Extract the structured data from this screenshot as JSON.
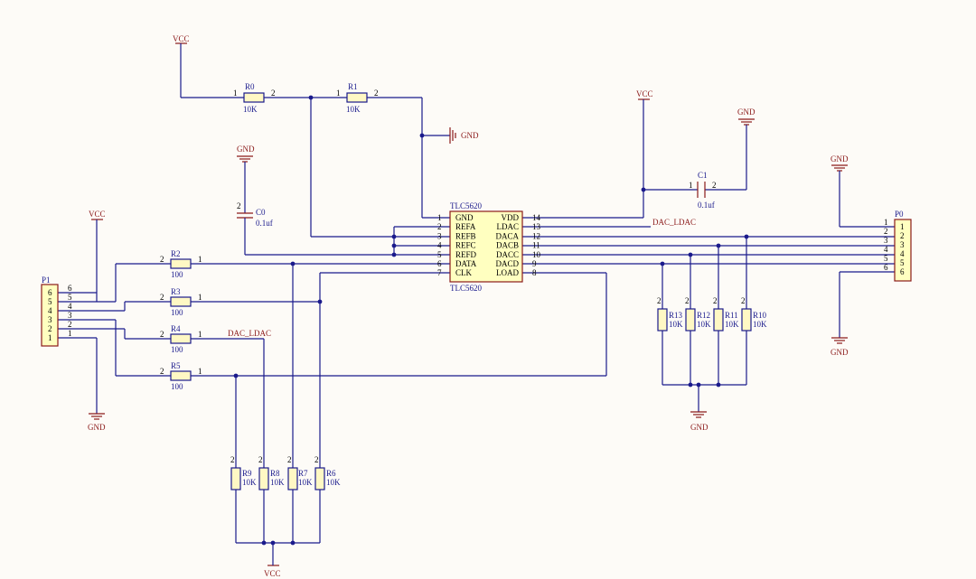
{
  "power": {
    "vcc": "VCC",
    "gnd": "GND"
  },
  "nets": {
    "dac_ldac": "DAC_LDAC"
  },
  "resistors": {
    "R0": {
      "name": "R0",
      "value": "10K"
    },
    "R1": {
      "name": "R1",
      "value": "10K"
    },
    "R2": {
      "name": "R2",
      "value": "100"
    },
    "R3": {
      "name": "R3",
      "value": "100"
    },
    "R4": {
      "name": "R4",
      "value": "100"
    },
    "R5": {
      "name": "R5",
      "value": "100"
    },
    "R6": {
      "name": "R6",
      "value": "10K"
    },
    "R7": {
      "name": "R7",
      "value": "10K"
    },
    "R8": {
      "name": "R8",
      "value": "10K"
    },
    "R9": {
      "name": "R9",
      "value": "10K"
    },
    "R10": {
      "name": "R10",
      "value": "10K"
    },
    "R11": {
      "name": "R11",
      "value": "10K"
    },
    "R12": {
      "name": "R12",
      "value": "10K"
    },
    "R13": {
      "name": "R13",
      "value": "10K"
    }
  },
  "capacitors": {
    "C0": {
      "name": "C0",
      "value": "0.1uf"
    },
    "C1": {
      "name": "C1",
      "value": "0.1uf"
    }
  },
  "pin_numbers": {
    "one": "1",
    "two": "2"
  },
  "chip": {
    "part": "TLC5620",
    "designator": "TLC5620",
    "left_pins": [
      {
        "num": "1",
        "name": "GND"
      },
      {
        "num": "2",
        "name": "REFA"
      },
      {
        "num": "3",
        "name": "REFB"
      },
      {
        "num": "4",
        "name": "REFC"
      },
      {
        "num": "5",
        "name": "REFD"
      },
      {
        "num": "6",
        "name": "DATA"
      },
      {
        "num": "7",
        "name": "CLK"
      }
    ],
    "right_pins": [
      {
        "num": "14",
        "name": "VDD"
      },
      {
        "num": "13",
        "name": "LDAC"
      },
      {
        "num": "12",
        "name": "DACA"
      },
      {
        "num": "11",
        "name": "DACB"
      },
      {
        "num": "10",
        "name": "DACC"
      },
      {
        "num": "9",
        "name": "DACD"
      },
      {
        "num": "8",
        "name": "LOAD"
      }
    ]
  },
  "connectors": {
    "P0": {
      "name": "P0",
      "pins": [
        "1",
        "2",
        "3",
        "4",
        "5",
        "6"
      ]
    },
    "P1": {
      "name": "P1",
      "pins": [
        "6",
        "5",
        "4",
        "3",
        "2",
        "1"
      ]
    }
  }
}
